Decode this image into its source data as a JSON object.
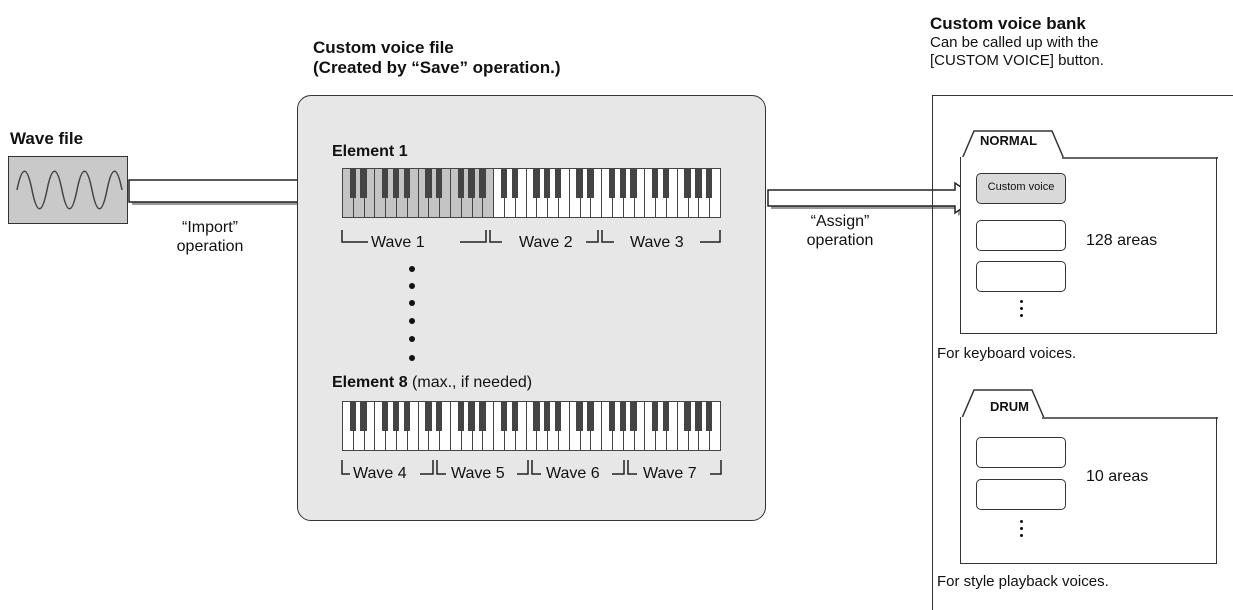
{
  "wave_file": {
    "label": "Wave file"
  },
  "import": {
    "line1": "“Import”",
    "line2": "operation"
  },
  "voice_file": {
    "title_line1": "Custom voice file",
    "title_line2": "(Created by “Save” operation.)",
    "element1": "Element 1",
    "element8_bold": "Element 8",
    "element8_note": " (max., if needed)",
    "element1_waves": [
      "Wave 1",
      "Wave 2",
      "Wave 3"
    ],
    "element8_waves": [
      "Wave 4",
      "Wave 5",
      "Wave 6",
      "Wave 7"
    ]
  },
  "assign": {
    "line1": "“Assign”",
    "line2": "operation"
  },
  "bank": {
    "title": "Custom voice bank",
    "subtitle_line1": "Can be called up with the",
    "subtitle_line2": "[CUSTOM VOICE] button.",
    "normal": {
      "tab": "NORMAL",
      "slot_label": "Custom voice",
      "areas": "128 areas",
      "caption": "For keyboard voices."
    },
    "drum": {
      "tab": "DRUM",
      "areas": "10 areas",
      "caption": "For style playback voices."
    }
  },
  "colors": {
    "panel_fill": "#e7e7e7",
    "wave_fill": "#c9c9c9",
    "highlight_keys": "#c4c4c4",
    "outline": "#333333"
  }
}
